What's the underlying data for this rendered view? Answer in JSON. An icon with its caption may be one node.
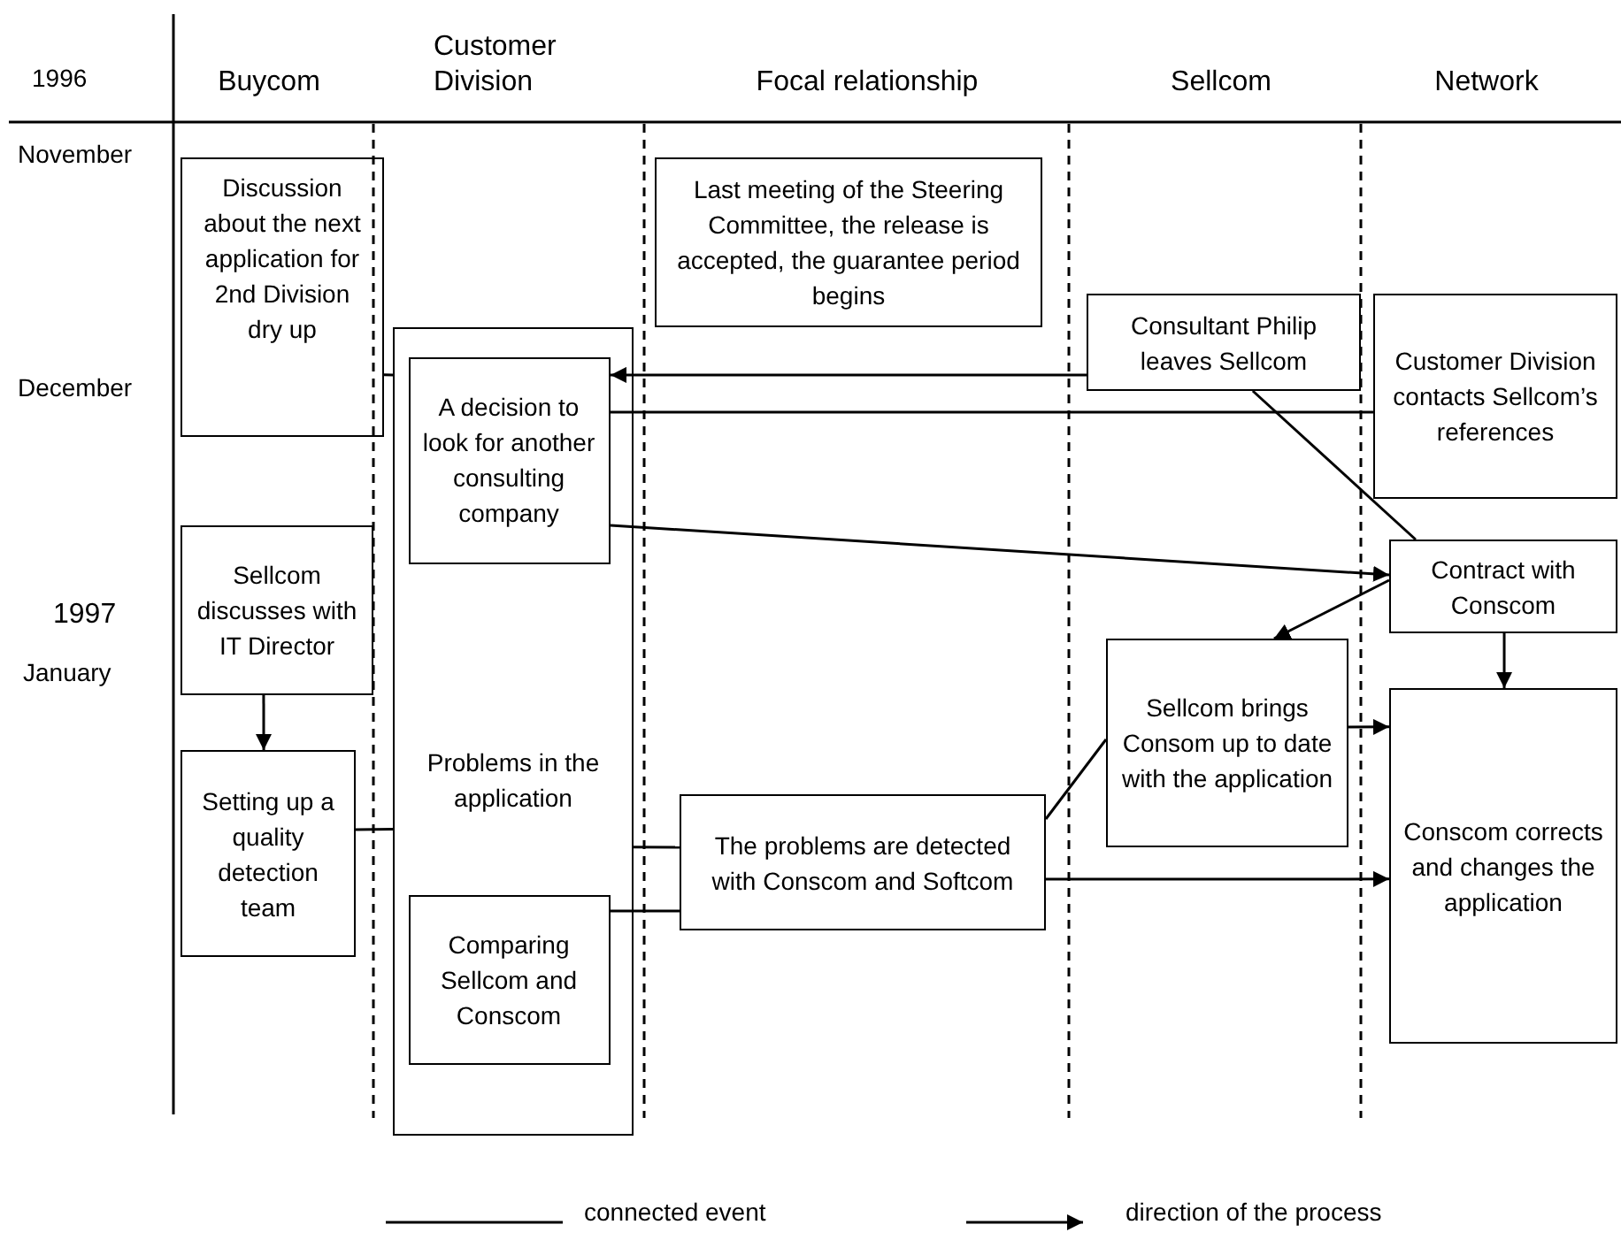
{
  "diagram": {
    "nodes": [
      {
        "text": [
          "Discussion about the next application for 2nd Division dry up"
        ]
      },
      {
        "text": [
          "Last meeting of the Steering Committee, the release is accepted, the guarantee period begins"
        ]
      },
      {
        "text": [
          "Problems in the application"
        ]
      },
      {
        "text": [
          "A decision to look for another consulting company"
        ],
        "in": 2
      },
      {
        "text": [
          "Consultant Philip leaves Sellcom"
        ]
      },
      {
        "text": [
          "Customer Division contacts Sellcom’s references"
        ]
      },
      {
        "text": [
          "Sellcom discusses with IT Director"
        ]
      },
      {
        "text": [
          "Contract with Conscom"
        ]
      },
      {
        "text": [
          "Sellcom brings Consom up to date with the application"
        ]
      },
      {
        "text": [
          "Conscom corrects and changes the application"
        ]
      },
      {
        "text": [
          "Setting up a quality detection team"
        ]
      },
      {
        "text": [
          "The problems are detected with Conscom and Softcom"
        ]
      },
      {
        "text": [
          "Comparing Sellcom and Conscom"
        ],
        "in": 2
      }
    ],
    "edges": [
      {
        "from": 0,
        "to": 2,
        "arrow": "none"
      },
      {
        "from": 4,
        "to": 3,
        "arrow": "to"
      },
      {
        "from": 3,
        "to": 5,
        "arrow": "none"
      },
      {
        "from": 4,
        "to": 7,
        "arrow": "none"
      },
      {
        "from": 3,
        "to": 7,
        "arrow": "to"
      },
      {
        "from": 7,
        "to": 8,
        "arrow": "to"
      },
      {
        "from": 7,
        "to": 9,
        "arrow": "to"
      },
      {
        "from": 6,
        "to": 10,
        "arrow": "to"
      },
      {
        "from": 10,
        "to": 2,
        "arrow": "none"
      },
      {
        "from": 2,
        "to": 11,
        "arrow": "none"
      },
      {
        "from": 12,
        "to": 11,
        "arrow": "none"
      },
      {
        "from": 11,
        "to": 8,
        "arrow": "none"
      },
      {
        "from": 8,
        "to": 9,
        "arrow": "to"
      },
      {
        "from": 11,
        "to": 9,
        "arrow": "to"
      }
    ],
    "labels": [
      "1996",
      "Buycom",
      "Customer Division",
      "Focal relationship",
      "Sellcom",
      "Network",
      "November",
      "December",
      "1997",
      "January"
    ],
    "legend": [
      {
        "text": "connected event"
      },
      {
        "text": "direction of the process"
      }
    ]
  }
}
